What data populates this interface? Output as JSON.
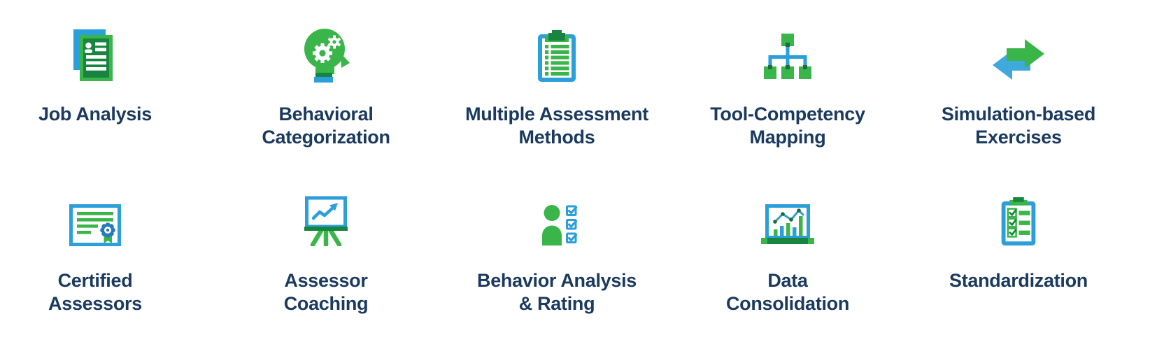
{
  "page": {
    "background": "#ffffff",
    "type": "services-infographic",
    "rows": 2,
    "columns": 5
  },
  "colors": {
    "text_navy": "#1B3A5F",
    "blue": "#2B9FD9",
    "light_blue": "#3FA9DC",
    "green": "#3AB54A",
    "dark_green": "#17853F",
    "connector_dot_green": "#1E6B3C",
    "seal_blue": "#2779BD"
  },
  "items": [
    {
      "id": "job-analysis",
      "icon": "layered-documents-icon",
      "line1": "Job Analysis",
      "line2": ""
    },
    {
      "id": "behavioral-categorization",
      "icon": "head-gears-icon",
      "line1": "Behavioral",
      "line2": "Categorization"
    },
    {
      "id": "multiple-assessment-methods",
      "icon": "checklist-clipboard-icon",
      "line1": "Multiple Assessment",
      "line2": "Methods"
    },
    {
      "id": "tool-competency-mapping",
      "icon": "hierarchy-icon",
      "line1": "Tool-Competency",
      "line2": "Mapping"
    },
    {
      "id": "simulation-based-exercises",
      "icon": "swap-arrows-icon",
      "line1": "Simulation-based",
      "line2": "Exercises"
    },
    {
      "id": "certified-assessors",
      "icon": "certificate-icon",
      "line1": "Certified",
      "line2": "Assessors"
    },
    {
      "id": "assessor-coaching",
      "icon": "easel-chart-icon",
      "line1": "Assessor",
      "line2": "Coaching"
    },
    {
      "id": "behavior-analysis-rating",
      "icon": "person-checklist-icon",
      "line1": "Behavior Analysis",
      "line2": "& Rating"
    },
    {
      "id": "data-consolidation",
      "icon": "monitor-chart-icon",
      "line1": "Data",
      "line2": "Consolidation"
    },
    {
      "id": "standardization",
      "icon": "checked-clipboard-icon",
      "line1": "Standardization",
      "line2": ""
    }
  ]
}
